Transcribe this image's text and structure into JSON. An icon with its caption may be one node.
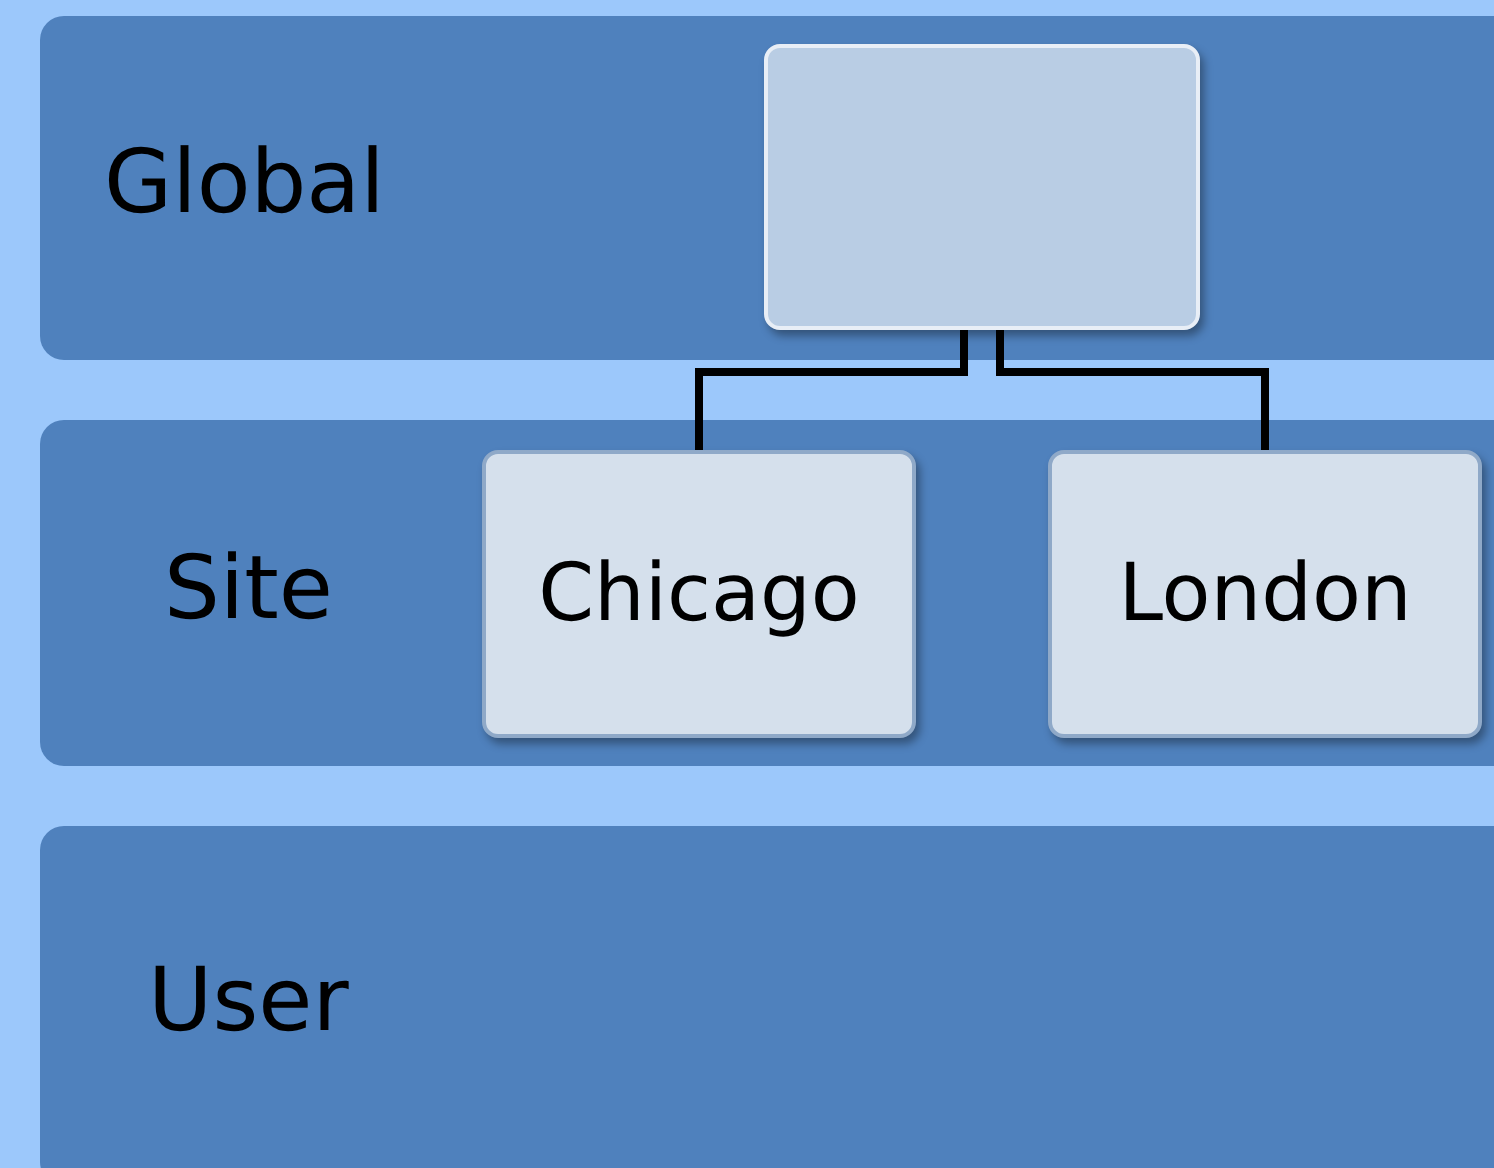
{
  "diagram": {
    "nodes": [
      {
        "text": [
          "Global"
        ]
      },
      {
        "text": [],
        "shape": "box",
        "in": 0
      },
      {
        "text": [
          "Site"
        ]
      },
      {
        "text": [
          "Chicago"
        ],
        "in": 2
      },
      {
        "text": [
          "London"
        ],
        "in": 2
      },
      {
        "text": [
          "User"
        ]
      }
    ],
    "edges": [
      {
        "from": 1,
        "to": 3,
        "arrow": "none"
      },
      {
        "from": 1,
        "to": 4,
        "arrow": "none"
      }
    ]
  }
}
